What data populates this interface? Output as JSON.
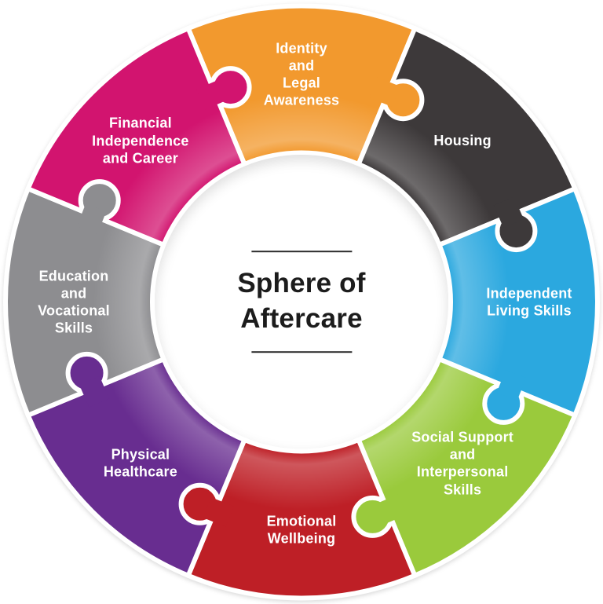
{
  "diagram": {
    "title_line1": "Sphere of",
    "title_line2": "Aftercare",
    "title_color": "#1c1c1c",
    "rule_color": "#2b2b2b",
    "label_color": "#ffffff",
    "segments": [
      {
        "id": "identity-legal-awareness",
        "label_lines": [
          "Identity",
          "and",
          "Legal",
          "Awareness"
        ],
        "color": "#F2992E",
        "angle": 0
      },
      {
        "id": "housing",
        "label_lines": [
          "Housing"
        ],
        "color": "#3D393A",
        "angle": 45
      },
      {
        "id": "independent-living-skills",
        "label_lines": [
          "Independent",
          "Living Skills"
        ],
        "color": "#2BA8DF",
        "angle": 90
      },
      {
        "id": "social-support-interpersonal-skills",
        "label_lines": [
          "Social Support",
          "and",
          "Interpersonal",
          "Skills"
        ],
        "color": "#9ACA3C",
        "angle": 135
      },
      {
        "id": "emotional-wellbeing",
        "label_lines": [
          "Emotional",
          "Wellbeing"
        ],
        "color": "#BE1F26",
        "angle": 180
      },
      {
        "id": "physical-healthcare",
        "label_lines": [
          "Physical",
          "Healthcare"
        ],
        "color": "#682D90",
        "angle": 225
      },
      {
        "id": "education-vocational-skills",
        "label_lines": [
          "Education",
          "and",
          "Vocational",
          "Skills"
        ],
        "color": "#8D8D90",
        "angle": 270
      },
      {
        "id": "financial-independence-career",
        "label_lines": [
          "Financial",
          "Independence",
          "and Career"
        ],
        "color": "#D2146F",
        "angle": 315
      }
    ]
  }
}
